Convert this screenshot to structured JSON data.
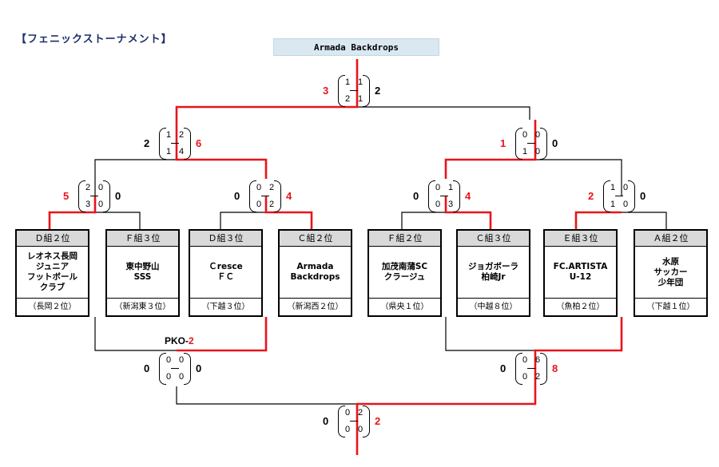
{
  "title": "【フェニックストーナメント】",
  "winner": "Armada Backdrops",
  "pko": {
    "prefix": "PKO-",
    "value": "2"
  },
  "teams": [
    {
      "group": "Ｄ組２位",
      "name": "レオネス長岡\nジュニア\nフットボール\nクラブ",
      "note": "（長岡２位）"
    },
    {
      "group": "Ｆ組３位",
      "name": "東中野山\nSSS",
      "note": "（新潟東３位）"
    },
    {
      "group": "Ｄ組３位",
      "name": "Ｃresce\nＦＣ",
      "note": "（下越３位）"
    },
    {
      "group": "Ｃ組２位",
      "name": "Armada\nBackdrops",
      "note": "（新潟西２位）"
    },
    {
      "group": "Ｆ組２位",
      "name": "加茂南蒲SC\nクラージュ",
      "note": "（県央１位）"
    },
    {
      "group": "Ｃ組３位",
      "name": "ジョガボーラ\n柏崎Jr",
      "note": "（中越８位）"
    },
    {
      "group": "Ｅ組３位",
      "name": "FC.ARTISTA\nU-12",
      "note": "（魚柏２位）"
    },
    {
      "group": "Ａ組２位",
      "name": "水原\nサッカー\n少年団",
      "note": "（下越１位）"
    }
  ],
  "matches": [
    {
      "id": "r1a",
      "left": "5",
      "right": "0",
      "q": [
        "2",
        "0",
        "3",
        "0"
      ],
      "left_red": true,
      "right_red": false
    },
    {
      "id": "r1b",
      "left": "0",
      "right": "4",
      "q": [
        "0",
        "2",
        "0",
        "2"
      ],
      "left_red": false,
      "right_red": true
    },
    {
      "id": "r1c",
      "left": "0",
      "right": "4",
      "q": [
        "0",
        "1",
        "0",
        "3"
      ],
      "left_red": false,
      "right_red": true
    },
    {
      "id": "r1d",
      "left": "2",
      "right": "0",
      "q": [
        "1",
        "0",
        "1",
        "0"
      ],
      "left_red": true,
      "right_red": false
    },
    {
      "id": "sf1",
      "left": "2",
      "right": "6",
      "q": [
        "1",
        "2",
        "1",
        "4"
      ],
      "left_red": false,
      "right_red": true
    },
    {
      "id": "sf2",
      "left": "1",
      "right": "0",
      "q": [
        "0",
        "0",
        "1",
        "0"
      ],
      "left_red": true,
      "right_red": false
    },
    {
      "id": "final",
      "left": "3",
      "right": "2",
      "q": [
        "1",
        "1",
        "2",
        "1"
      ],
      "left_red": true,
      "right_red": false
    },
    {
      "id": "lb1",
      "left": "0",
      "right": "0",
      "q": [
        "0",
        "0",
        "0",
        "0"
      ],
      "left_red": false,
      "right_red": false
    },
    {
      "id": "lb2",
      "left": "0",
      "right": "8",
      "q": [
        "0",
        "6",
        "0",
        "2"
      ],
      "left_red": false,
      "right_red": true
    },
    {
      "id": "lbf",
      "left": "0",
      "right": "2",
      "q": [
        "0",
        "2",
        "0",
        "0"
      ],
      "left_red": false,
      "right_red": true
    }
  ],
  "colors": {
    "win": "#e8141b",
    "line": "#000000",
    "header_bg": "#d9e8f1",
    "group_bg": "#d9d9d9",
    "title": "#1c2f6b"
  }
}
